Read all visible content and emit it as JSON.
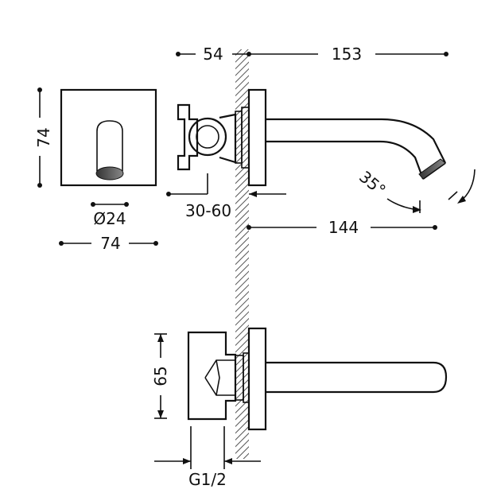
{
  "dimensions": {
    "overall_projection": "54",
    "spout_length": "153",
    "plate_height": "74",
    "plate_width": "74",
    "outlet_diameter": "Ø24",
    "wall_depth": "30-60",
    "spout_reach": "144",
    "spout_angle": "35°",
    "side_height": "65",
    "connection": "G1/2"
  },
  "colors": {
    "line": "#111111",
    "background": "#ffffff",
    "wall_hatch": "#555555"
  }
}
